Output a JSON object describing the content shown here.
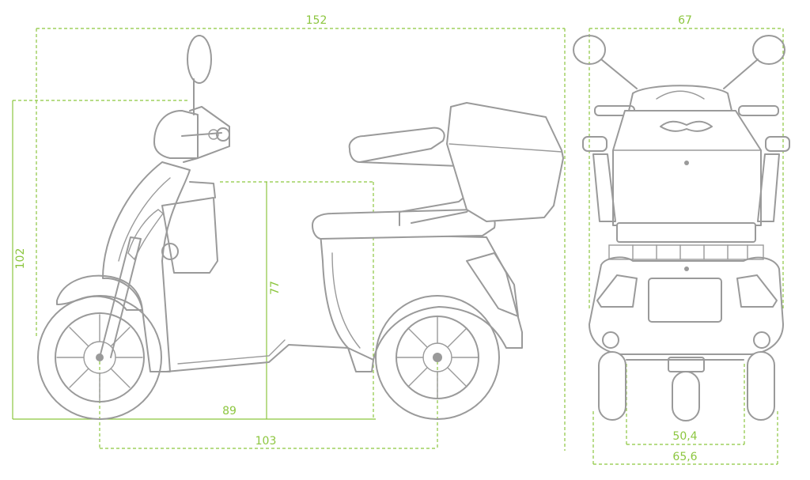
{
  "colors": {
    "outline": "#9a9a9a",
    "dimension": "#8cc63f"
  },
  "dimensions": {
    "overall_length": "152",
    "overall_height": "102",
    "seat_height": "77",
    "floor_to_seat_rear": "89",
    "wheelbase": "103",
    "overall_width": "67",
    "rear_track": "50,4",
    "rear_width": "65,6"
  }
}
